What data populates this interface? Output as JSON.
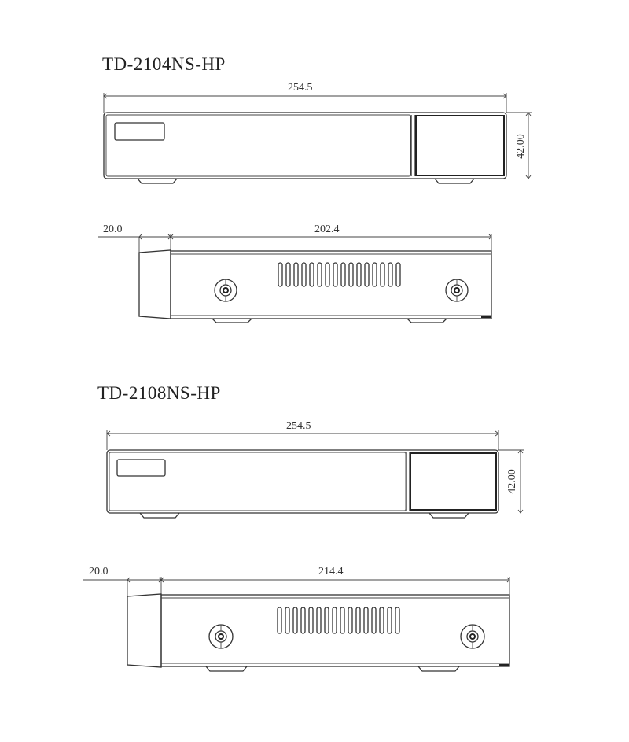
{
  "models": [
    {
      "title": "TD-2104NS-HP",
      "front_view": {
        "width_label": "254.5",
        "height_label": "42.00"
      },
      "side_view": {
        "front_panel_depth_label": "20.0",
        "body_depth_label": "202.4",
        "vent_slot_count": 16,
        "bnc_connector_count": 2
      }
    },
    {
      "title": "TD-2108NS-HP",
      "front_view": {
        "width_label": "254.5",
        "height_label": "42.00"
      },
      "side_view": {
        "front_panel_depth_label": "20.0",
        "body_depth_label": "214.4",
        "vent_slot_count": 16,
        "bnc_connector_count": 2
      }
    }
  ],
  "colors": {
    "line": "#333333",
    "background": "#ffffff"
  }
}
